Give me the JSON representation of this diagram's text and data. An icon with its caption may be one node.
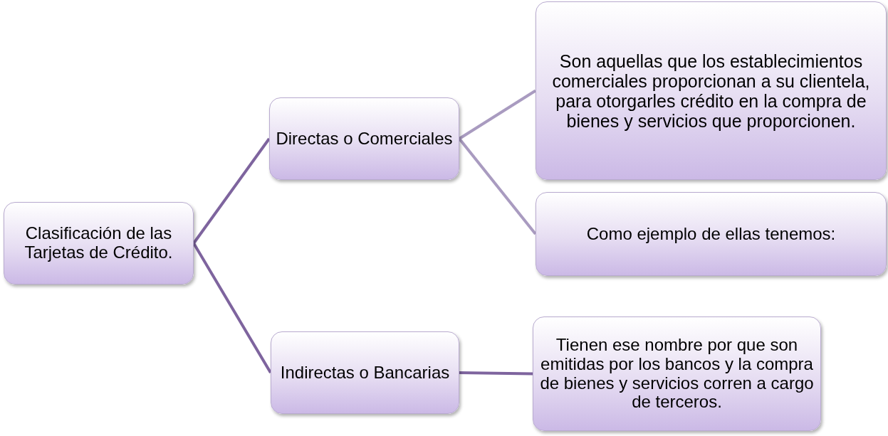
{
  "diagram": {
    "nodes": [
      {
        "text": [
          "Clasificación de las Tarjetas de Crédito."
        ]
      },
      {
        "text": [
          "Directas o Comerciales"
        ]
      },
      {
        "text": [
          "Indirectas o Bancarias"
        ]
      },
      {
        "text": [
          "Son aquellas que los establecimientos comerciales proporcionan a su clientela, para otorgarles crédito en la compra de bienes y servicios que proporcionen."
        ]
      },
      {
        "text": [
          "Como ejemplo de ellas tenemos:"
        ]
      },
      {
        "text": [
          "Tienen ese nombre por que son emitidas por los bancos y la compra de bienes y servicios corren a cargo de terceros."
        ]
      }
    ],
    "edges": [
      {
        "from": 0,
        "to": 1,
        "arrow": "none"
      },
      {
        "from": 0,
        "to": 2,
        "arrow": "none"
      },
      {
        "from": 1,
        "to": 3,
        "arrow": "none",
        "color": "#a99bc0"
      },
      {
        "from": 1,
        "to": 4,
        "arrow": "none",
        "color": "#a99bc0"
      },
      {
        "from": 2,
        "to": 5,
        "arrow": "none"
      }
    ]
  }
}
